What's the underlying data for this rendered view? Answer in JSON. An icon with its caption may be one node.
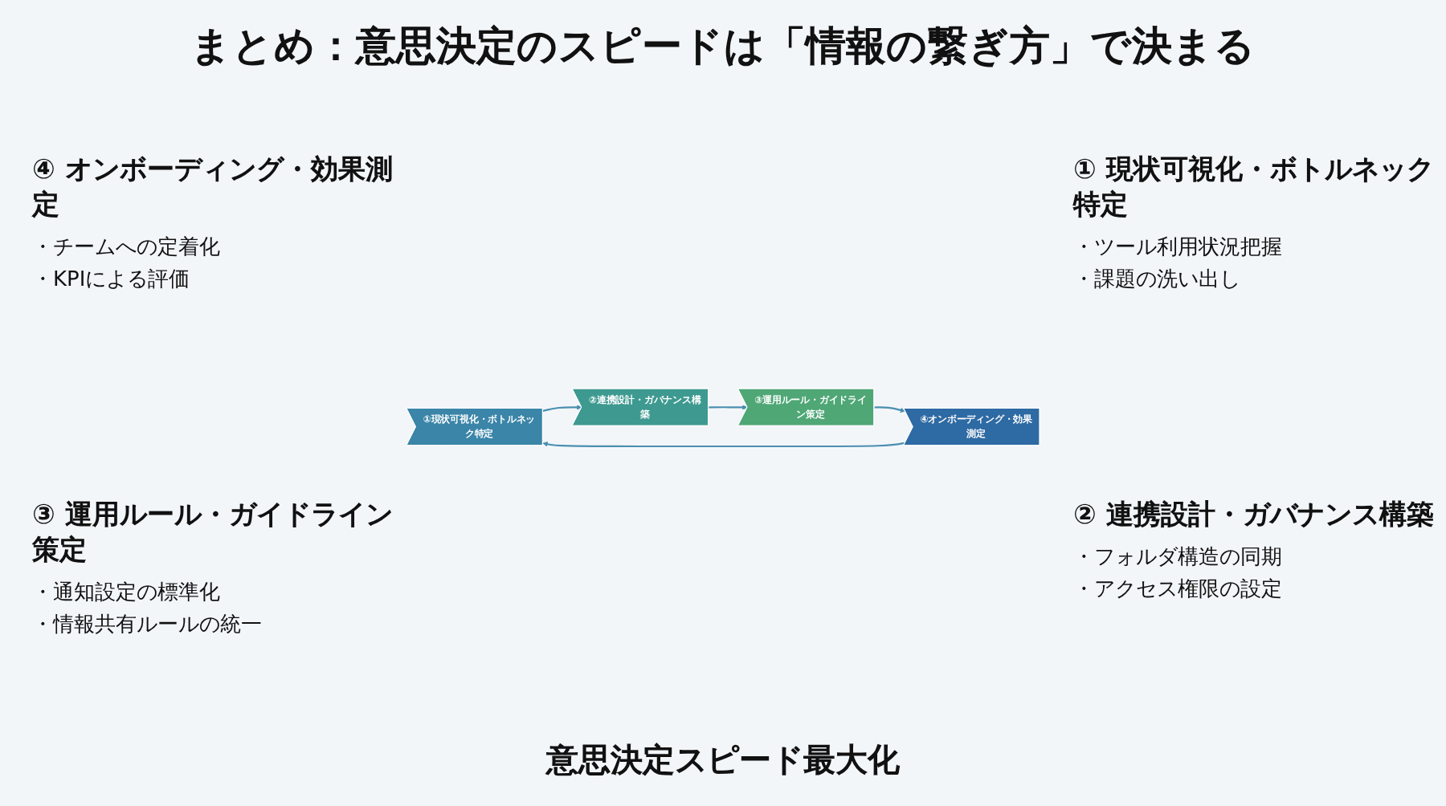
{
  "diagram": {
    "title": "まとめ：意思決定のスピードは「情報の繋ぎ方」で決まる",
    "nodes": [
      {
        "text": [
          "①現状可視化・ボトルネック特定"
        ],
        "beside": [
          "① 現状可視化・ボトルネック特定",
          "・ツール利用状況把握",
          "・課題の洗い出し"
        ]
      },
      {
        "text": [
          "②連携設計・ガバナンス構築"
        ],
        "beside": [
          "② 連携設計・ガバナンス構築",
          "・フォルダ構造の同期",
          "・アクセス権限の設定"
        ]
      },
      {
        "text": [
          "③運用ルール・ガイドライン策定"
        ],
        "beside": [
          "③ 運用ルール・ガイドライン策定",
          "・通知設定の標準化",
          "・情報共有ルールの統一"
        ]
      },
      {
        "text": [
          "④オンボーディング・効果測定"
        ],
        "beside": [
          "④ オンボーディング・効果測定",
          "・チームへの定着化",
          "・KPIによる評価"
        ]
      }
    ],
    "edges": [
      {
        "from": 0,
        "to": 1,
        "arrow": "to"
      },
      {
        "from": 1,
        "to": 2,
        "arrow": "to"
      },
      {
        "from": 2,
        "to": 3,
        "arrow": "to"
      },
      {
        "from": 3,
        "to": 0,
        "arrow": "to"
      }
    ],
    "labels": [
      "意思決定スピード最大化"
    ]
  }
}
